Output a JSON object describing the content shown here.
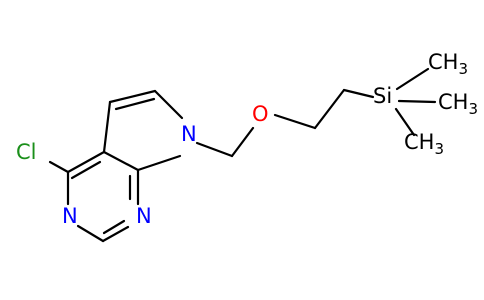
{
  "colors": {
    "background": "#ffffff",
    "bond": "#000000",
    "carbon_label": "#000000",
    "nitrogen": "#0000ff",
    "oxygen": "#ff0000",
    "chlorine": "#1a8f1a",
    "silicon": "#000000"
  },
  "atoms": {
    "cl": "Cl",
    "n_pyrimidine_left": "N",
    "n_pyrimidine_right": "N",
    "n_pyrrole": "N",
    "o_ether": "O",
    "si": "Si",
    "ch3_top": "CH3",
    "ch3_right": "CH3",
    "ch3_bottom": "CH3"
  }
}
